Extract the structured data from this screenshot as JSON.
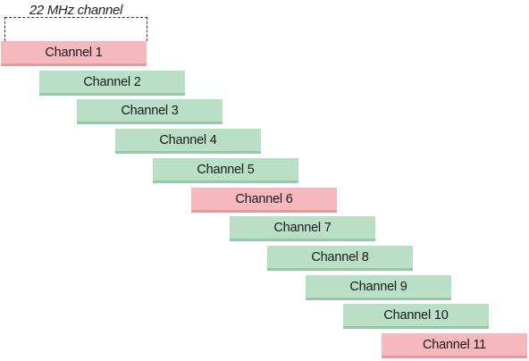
{
  "diagram": {
    "width_label": "22 MHz channel",
    "channels": [
      {
        "label": "Channel 1",
        "color": "red"
      },
      {
        "label": "Channel 2",
        "color": "green"
      },
      {
        "label": "Channel 3",
        "color": "green"
      },
      {
        "label": "Channel 4",
        "color": "green"
      },
      {
        "label": "Channel 5",
        "color": "green"
      },
      {
        "label": "Channel 6",
        "color": "red"
      },
      {
        "label": "Channel 7",
        "color": "green"
      },
      {
        "label": "Channel 8",
        "color": "green"
      },
      {
        "label": "Channel 9",
        "color": "green"
      },
      {
        "label": "Channel 10",
        "color": "green"
      },
      {
        "label": "Channel 11",
        "color": "red"
      }
    ],
    "colors": {
      "green_fill": "#b9dfc6",
      "red_fill": "#f5b8bd"
    }
  }
}
